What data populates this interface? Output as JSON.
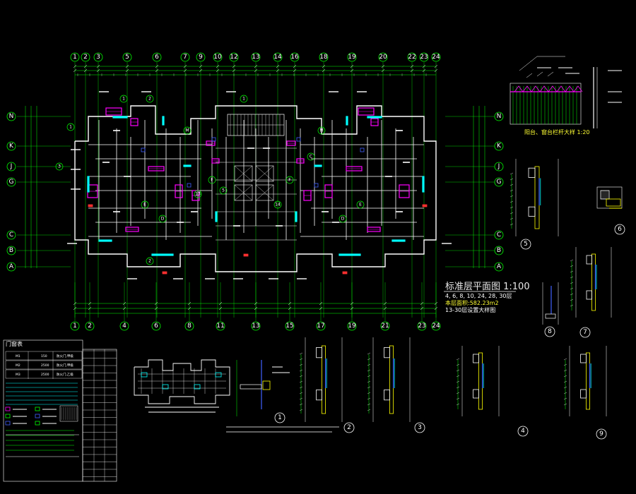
{
  "drawing": {
    "title": "标准层平面图 1:100",
    "floors": "4, 6, 8, 10, 24, 28, 30层",
    "area_note": "本层面积:582.23m2",
    "sub_note": "13-30层设置大样图"
  },
  "axes": {
    "top": [
      "1",
      "2",
      "3",
      "5",
      "6",
      "7",
      "9",
      "10",
      "12",
      "13",
      "14",
      "16",
      "18",
      "19",
      "20",
      "22",
      "23",
      "24"
    ],
    "bottom": [
      "1",
      "2",
      "4",
      "6",
      "8",
      "11",
      "13",
      "15",
      "17",
      "19",
      "21",
      "23",
      "24"
    ],
    "left": [
      "N",
      "K",
      "J",
      "G",
      "C",
      "B",
      "A"
    ],
    "right": [
      "N",
      "K",
      "J",
      "G",
      "C",
      "B",
      "A"
    ]
  },
  "details": {
    "labels": [
      "1",
      "2",
      "3",
      "4",
      "5",
      "6",
      "7",
      "8",
      "9"
    ],
    "window_detail_caption": "阳台、窗台栏杆大样 1:20"
  },
  "legend": {
    "title": "门窗表",
    "rows": [
      {
        "code": "M1",
        "size": "150",
        "note": "防火门,甲级"
      },
      {
        "code": "M2",
        "size": "2500",
        "note": "防火门,甲级"
      },
      {
        "code": "M3",
        "size": "2500",
        "note": "防火门,乙级"
      }
    ]
  },
  "colors": {
    "background": "#000000",
    "axis_green": "#00ff00",
    "wall_white": "#ffffff",
    "magenta": "#ff00ff",
    "cyan": "#00ffff",
    "yellow": "#ffff00",
    "red": "#ff3030",
    "blue": "#4060ff"
  }
}
